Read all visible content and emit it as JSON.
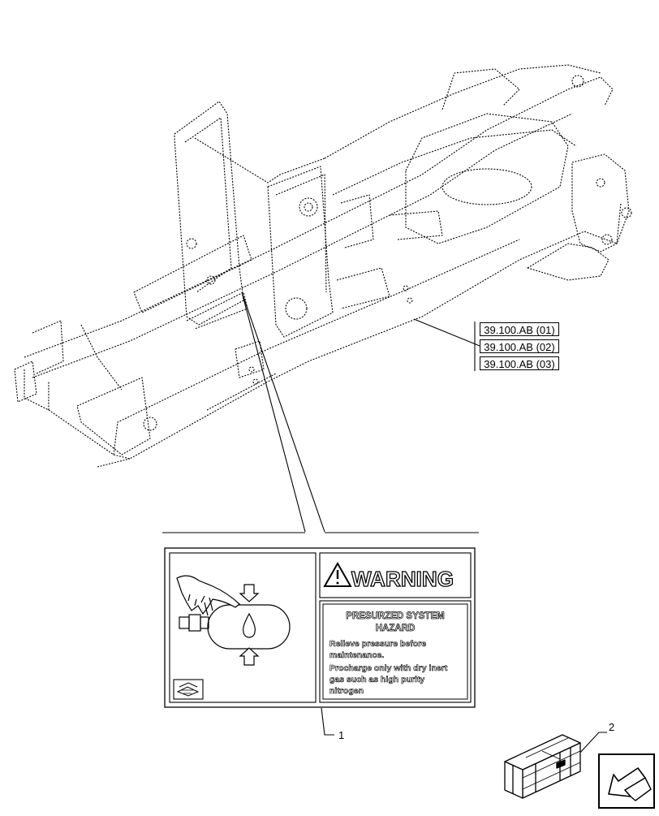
{
  "references": [
    "39.100.AB (01)",
    "39.100.AB (02)",
    "39.100.AB (03)"
  ],
  "callouts": {
    "item1": "1",
    "item2": "2"
  },
  "decal": {
    "warning_title": "WARNING",
    "hazard_heading_line1": "PRESURZED SYSTEM",
    "hazard_heading_line2": "HAZARD",
    "instructions": [
      "Relieve pressure before",
      "maintenance.",
      "Procharge only with dry inert",
      "gas such as high purity",
      "nitrogen"
    ]
  },
  "icons": [
    "warning-triangle-icon",
    "manual-book-icon",
    "pressure-hand-pictogram",
    "parts-crate-icon",
    "navigation-arrow-icon"
  ]
}
